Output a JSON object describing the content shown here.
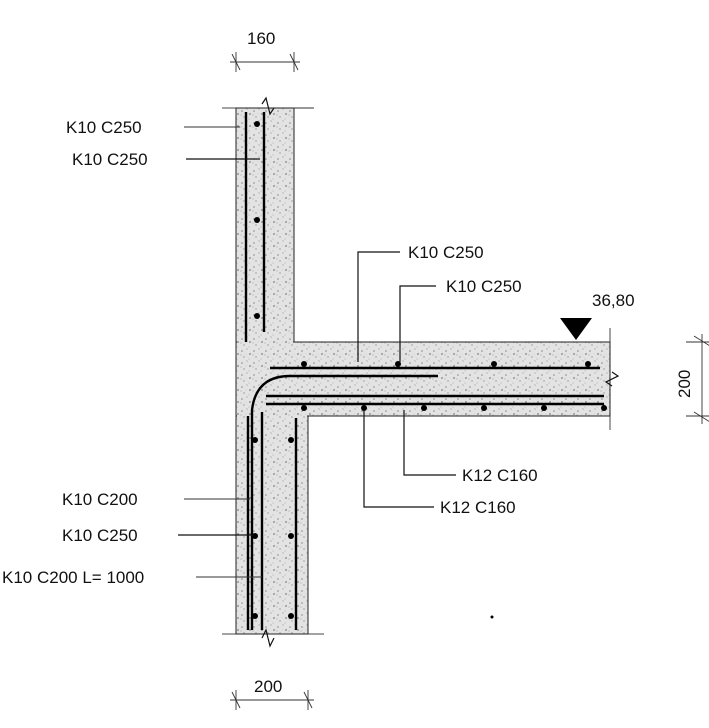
{
  "dimensions": {
    "top_wall_thickness": "160",
    "bottom_wall_thickness": "200",
    "slab_thickness": "200"
  },
  "elevation": "36,80",
  "rebar_labels": {
    "wall_top_1": "K10 C250",
    "wall_top_2": "K10 C250",
    "slab_top_1": "K10 C250",
    "slab_top_2": "K10 C250",
    "slab_bottom_1": "K12 C160",
    "slab_bottom_2": "K12 C160",
    "wall_bottom_1": "K10 C200",
    "wall_bottom_2": "K10 C250",
    "wall_bottom_3": "K10 C200 L= 1000"
  }
}
